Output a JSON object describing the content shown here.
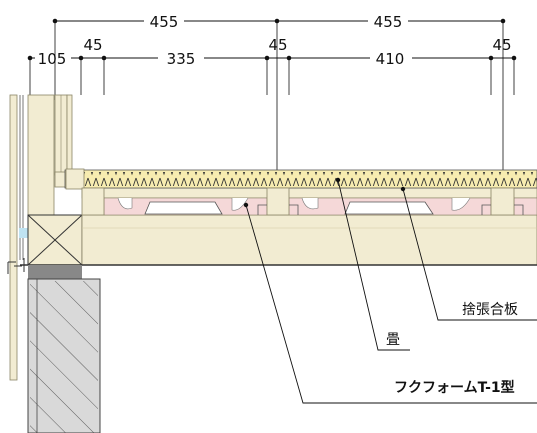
{
  "dimensions": {
    "top": [
      "455",
      "455"
    ],
    "second": [
      "105",
      "45",
      "335",
      "45",
      "410",
      "45"
    ]
  },
  "labels": {
    "sheathing": "捨張合板",
    "tatami": "畳",
    "foam": "フクフォームT-1型"
  },
  "colors": {
    "wood": "#f2ecd2",
    "wood_edge": "#8a8566",
    "insulation": "#f7ecb0",
    "foam_board": "#f5d8d8",
    "concrete": "#d9d9d9",
    "sill_plate": "#888888",
    "glass": "#bfe3f2"
  }
}
